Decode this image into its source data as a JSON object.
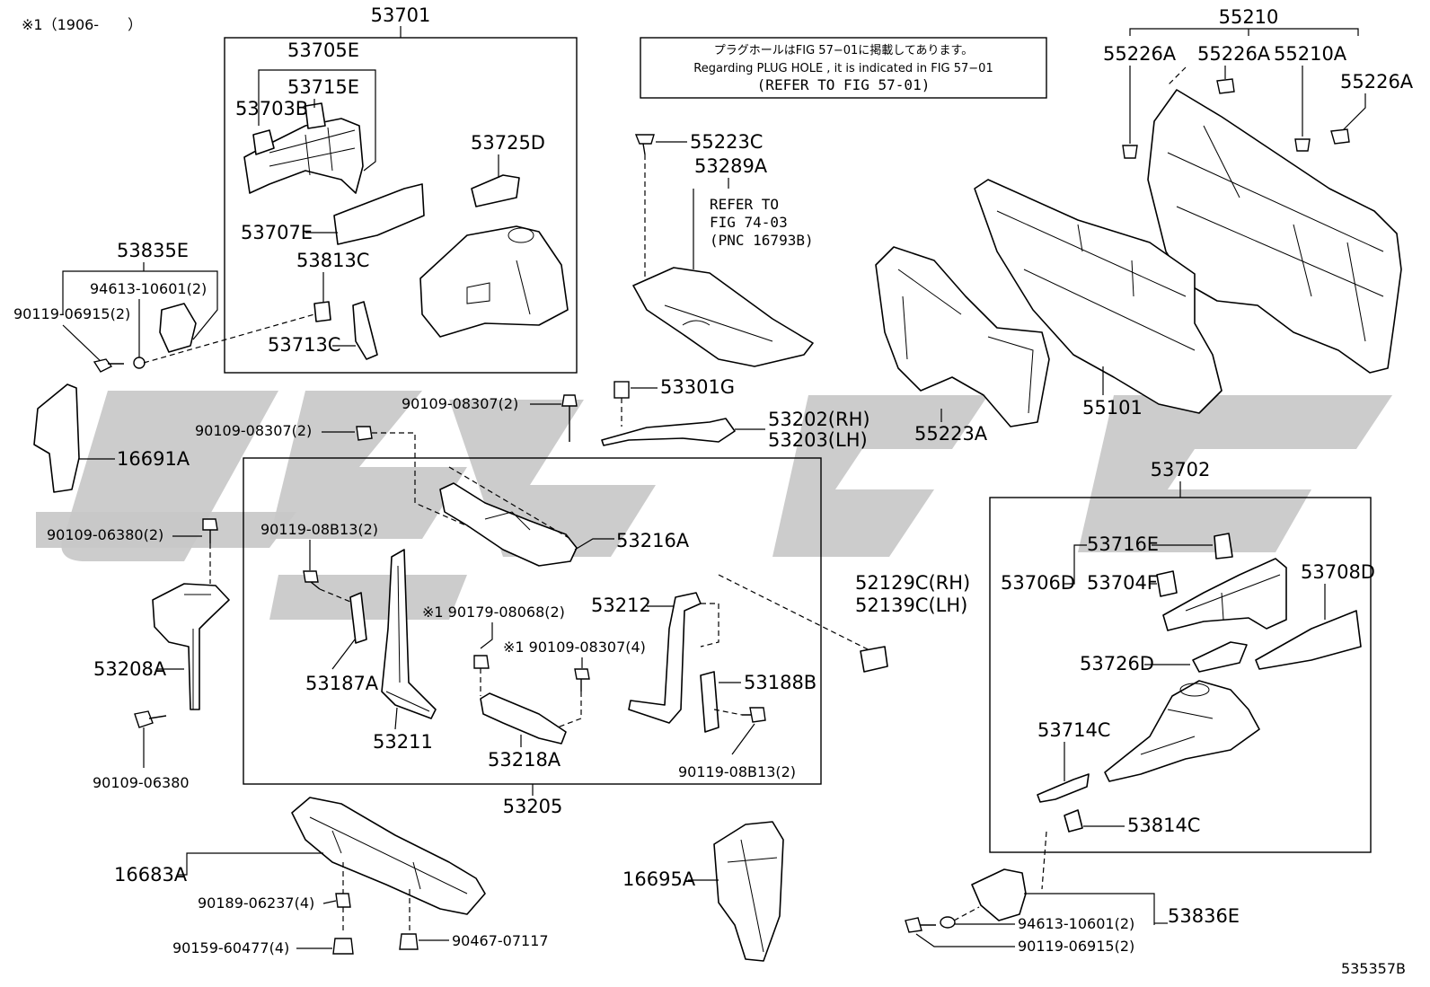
{
  "header": {
    "footnote": "※1（1906-　　）",
    "diagram_code": "535357B"
  },
  "notes": {
    "plug_hole_ja": "プラグホールはFIG 57−01に掲載してあります。",
    "plug_hole_en": "Regarding PLUG HOLE , it is indicated in FIG 57−01",
    "plug_hole_ref": "(REFER TO FIG 57-01)",
    "refer_line1": "REFER TO",
    "refer_line2": "FIG 74-03",
    "refer_line3": "(PNC 16793B)"
  },
  "groups": {
    "g53701": "53701",
    "g53205": "53205",
    "g53702": "53702",
    "g55210": "55210"
  },
  "labels": {
    "p53705E": "53705E",
    "p53715E": "53715E",
    "p53703B": "53703B",
    "p53725D": "53725D",
    "p53707E": "53707E",
    "p53813C": "53813C",
    "p53713C": "53713C",
    "p53835E": "53835E",
    "p94613_a": "94613-10601(2)",
    "p90119_06915_a": "90119-06915(2)",
    "p16691A": "16691A",
    "p90109_08307_a": "90109-08307(2)",
    "p90109_08307_b": "90109-08307(2)",
    "p90109_06380_2": "90109-06380(2)",
    "p53208A": "53208A",
    "p90109_06380": "90109-06380",
    "p55223C": "55223C",
    "p53289A": "53289A",
    "p53301G": "53301G",
    "p53202RH": "53202(RH)",
    "p53203LH": "53203(LH)",
    "p90119_08B13_a": "90119-08B13(2)",
    "p53216A": "53216A",
    "p53187A": "53187A",
    "p53211": "53211",
    "p90179": "※1 90179-08068(2)",
    "p53212": "53212",
    "p90109_08307_c": "※1 90109-08307(4)",
    "p53188B": "53188B",
    "p53218A": "53218A",
    "p90119_08B13_b": "90119-08B13(2)",
    "p52129C": "52129C(RH)",
    "p52139C": "52139C(LH)",
    "p55226A_1": "55226A",
    "p55226A_2": "55226A",
    "p55210A": "55210A",
    "p55226A_3": "55226A",
    "p55223A": "55223A",
    "p55101": "55101",
    "p53716E": "53716E",
    "p53706D": "53706D",
    "p53704F": "53704F",
    "p53708D": "53708D",
    "p53726D": "53726D",
    "p53714C": "53714C",
    "p53814C": "53814C",
    "p16683A": "16683A",
    "p90189": "90189-06237(4)",
    "p90159": "90159-60477(4)",
    "p90467": "90467-07117",
    "p16695A": "16695A",
    "p94613_b": "94613-10601(2)",
    "p53836E": "53836E",
    "p90119_06915_b": "90119-06915(2)"
  }
}
